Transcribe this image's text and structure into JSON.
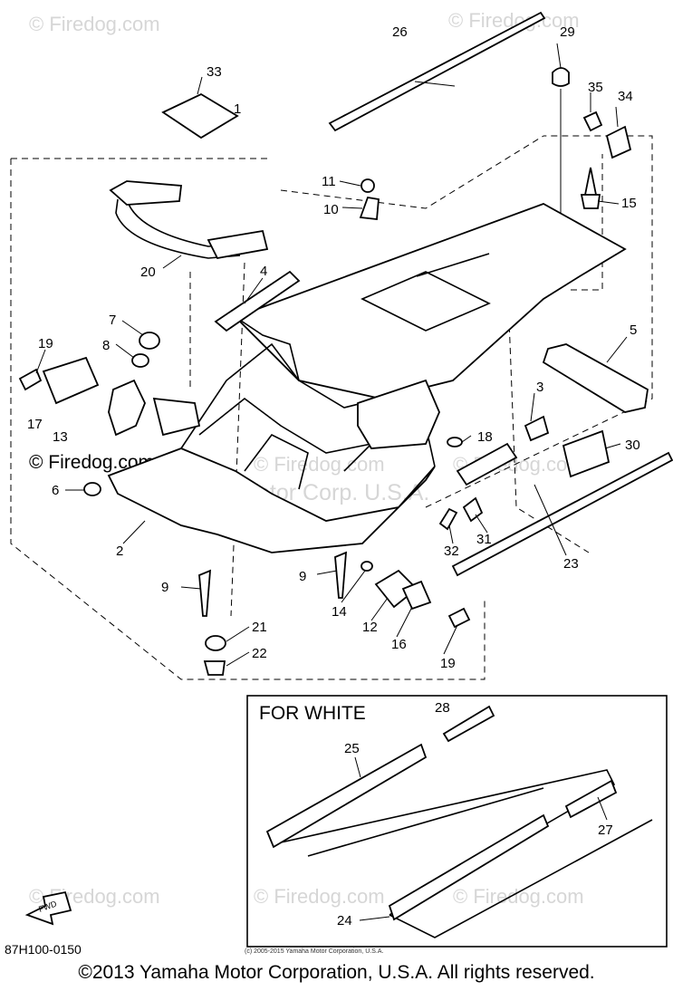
{
  "watermarks": {
    "w1": "© Firedog.com",
    "w2": "© Firedog.com",
    "w3": "© Firedog.com",
    "w4": "© Firedog.com",
    "w5": "© Firedog.com",
    "w6": "© Firedog.com",
    "w7": "© Firedog.com",
    "w8": "© Firedog.com",
    "yamaha": "Yamaha Motor Corp. U.S.A."
  },
  "callouts": {
    "c1": "1",
    "c2": "2",
    "c3": "3",
    "c4": "4",
    "c5": "5",
    "c6": "6",
    "c7": "7",
    "c8": "8",
    "c9a": "9",
    "c9b": "9",
    "c10": "10",
    "c11": "11",
    "c12": "12",
    "c13": "13",
    "c14": "14",
    "c15": "15",
    "c16": "16",
    "c17": "17",
    "c18": "18",
    "c19a": "19",
    "c19b": "19",
    "c20": "20",
    "c21": "21",
    "c22": "22",
    "c23": "23",
    "c24": "24",
    "c25": "25",
    "c26": "26",
    "c27": "27",
    "c28": "28",
    "c29": "29",
    "c30": "30",
    "c31": "31",
    "c32": "32",
    "c33": "33",
    "c34": "34",
    "c35": "35"
  },
  "inset": {
    "title": "FOR WHITE"
  },
  "fwd_label": "FWD",
  "diagram_code": "87H100-0150",
  "fine_print": "(c) 2005-2015 Yamaha Motor Corporation, U.S.A.",
  "footer": "©2013 Yamaha Motor Corporation, U.S.A. All rights reserved."
}
